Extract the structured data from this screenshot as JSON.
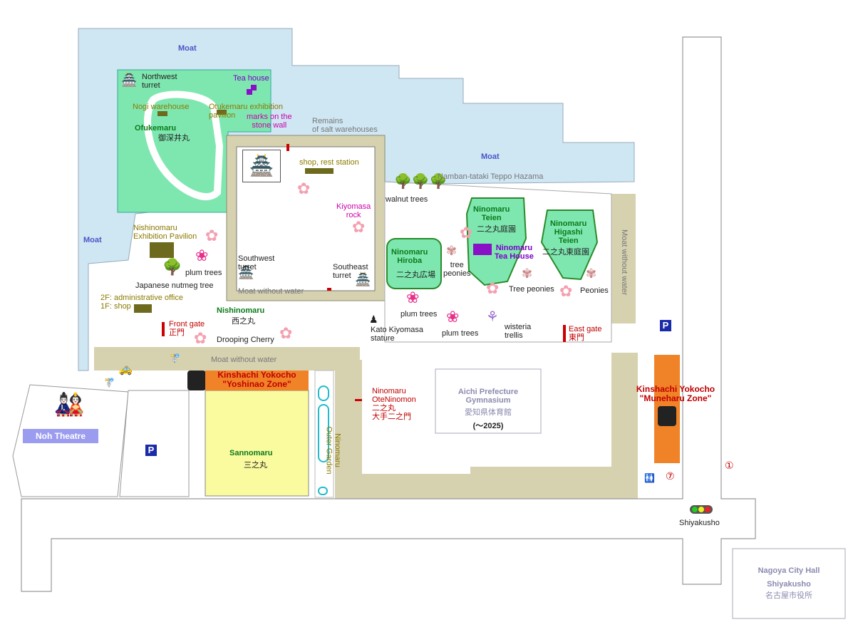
{
  "moat": {
    "label": "Moat"
  },
  "moat_without_water": {
    "label": "Moat without water"
  },
  "places": {
    "northwest_turret": "Northwest\nturret",
    "tea_house": "Tea house",
    "nogi_warehouse": "Nogi warehouse",
    "otukemaru_pavilion": "Otukemaru exhibition\npavilion",
    "marks_stone_wall": "marks on the\nstone wall",
    "salt_warehouses": "Remains\nof salt warehouses",
    "ofukemaru_en": "Ofukemaru",
    "ofukemaru_jp": "御深井丸",
    "shop_rest": "shop, rest station",
    "kiyomasa_rock": "Kiyomasa\nrock",
    "walnut_trees": "walnut trees",
    "namban_tataki": "Namban-tataki Teppo Hazama",
    "teien_en": "Ninomaru\nTeien",
    "teien_jp": "二之丸庭園",
    "higashi_en": "Ninomaru\nHigashi\nTeien",
    "higashi_jp": "二之丸東庭園",
    "hiroba_en": "Ninomaru\nHiroba",
    "hiroba_jp": "二之丸広場",
    "ninomaru_tea_house": "Ninomaru\nTea House",
    "tree_peonies_1": "tree\npeonies",
    "tree_peonies_2": "Tree peonies",
    "peonies": "Peonies",
    "nishinomaru_pavilion": "Nishinomaru\nExhibition Pavilion",
    "plum_trees_1": "plum trees",
    "plum_trees_2": "plum trees",
    "plum_trees_3": "plum trees",
    "nutmeg_tree": "Japanese nutmeg tree",
    "southwest_turret": "Southwest\nturret",
    "southeast_turret": "Southeast\nturret",
    "admin_office": "2F: administrative office\n1F: shop",
    "nishinomaru_en": "Nishinomaru",
    "nishinomaru_jp": "西之丸",
    "front_gate_en": "Front gate",
    "front_gate_jp": "正門",
    "drooping_cherry": "Drooping Cherry",
    "kato_statue": "Kato Kiyomasa\nstature",
    "wisteria": "wisteria\ntrellis",
    "east_gate_en": "East gate",
    "east_gate_jp": "東門",
    "yoshinao_line1": "Kinshachi Yokocho",
    "yoshinao_line2": "\"Yoshinao Zone\"",
    "muneharu_line1": "Kinshachi Yokocho",
    "muneharu_line2": "\"Muneharu Zone\"",
    "noh_theatre": "Noh Theatre",
    "sannomaru_en": "Sannomaru",
    "sannomaru_jp": "三之丸",
    "outer_garden": "Ninomaru\nOuter Garden",
    "otenninomon_en": "Ninomaru\nOteNinomon",
    "otenninomon_jp": "二之丸\n大手二之門",
    "gym_en": "Aichi Prefecture\nGymnasium",
    "gym_jp": "愛知県体育館",
    "gym_period": "(～2025)",
    "parking": "P",
    "exit_1": "①",
    "exit_7": "⑦",
    "shiyakusho": "Shiyakusho",
    "city_hall_en": "Nagoya City Hall\nShiyakusho",
    "city_hall_jp": "名古屋市役所"
  },
  "colors": {
    "water": "#cfe6f3",
    "lawn": "#7ee7b0",
    "khaki": "#d6d2b0",
    "sannomaru": "#fafa9e",
    "kinshachi": "#f08228",
    "kinshachi_text": "#c00000",
    "theatre": "#9b9bf0"
  }
}
